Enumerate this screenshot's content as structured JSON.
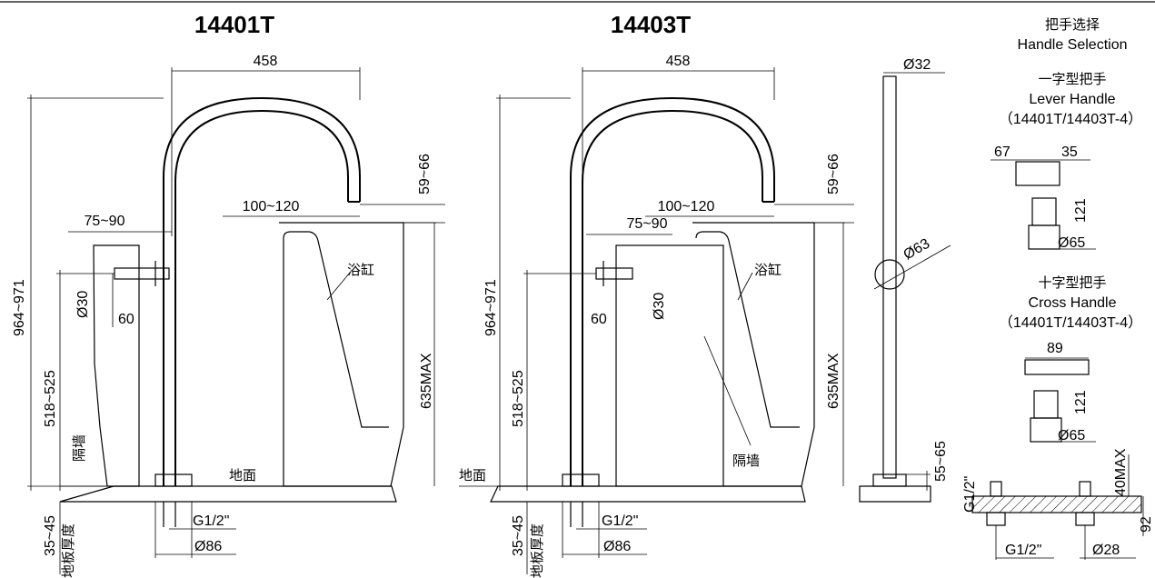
{
  "models": {
    "left": "14401T",
    "right": "14403T"
  },
  "handle_panel": {
    "title_cn": "把手选择",
    "title_en": "Handle Selection",
    "lever": {
      "name_cn": "一字型把手",
      "name_en": "Lever Handle",
      "codes": "（14401T/14403T-4）",
      "dim_left": "67",
      "dim_right": "35",
      "dim_height": "121",
      "dim_dia": "Ø65"
    },
    "cross": {
      "name_cn": "十字型把手",
      "name_en": "Cross Handle",
      "codes": "（14401T/14403T-4）",
      "dim_width": "89",
      "dim_height": "121",
      "dim_dia": "Ø65"
    }
  },
  "left_view": {
    "dim_top": "458",
    "dim_spout_drop": "59~66",
    "dim_spout_reach": "100~120",
    "dim_wall_offset": "75~90",
    "dim_total_height": "964~971",
    "dim_handle_height": "518~525",
    "dim_pipe": "Ø30",
    "dim_60": "60",
    "dim_tub": "635MAX",
    "label_tub": "浴缸",
    "label_wall": "隔墙",
    "label_floor": "地面",
    "dim_floor_thickness": "35~45",
    "label_floor_thickness": "地板厚度",
    "dim_thread": "G1/2\"",
    "dim_base": "Ø86"
  },
  "right_view": {
    "dim_top": "458",
    "dim_spout_drop": "59~66",
    "dim_spout_reach": "100~120",
    "dim_wall_offset": "75~90",
    "dim_total_height": "964~971",
    "dim_handle_height": "518~525",
    "dim_pipe": "Ø30",
    "dim_60": "60",
    "dim_tub": "635MAX",
    "label_tub": "浴缸",
    "label_wall": "隔墙",
    "label_floor": "地面",
    "dim_floor_thickness": "35~45",
    "label_floor_thickness": "地板厚度",
    "dim_thread": "G1/2\"",
    "dim_base": "Ø86"
  },
  "side_view": {
    "dim_tube": "Ø32",
    "dim_ring": "Ø63",
    "dim_base_height": "55~65"
  },
  "mount_detail": {
    "dim_thread": "G1/2\"",
    "dim_max": "40MAX",
    "dim_92": "92",
    "dim_pipe": "Ø28"
  }
}
